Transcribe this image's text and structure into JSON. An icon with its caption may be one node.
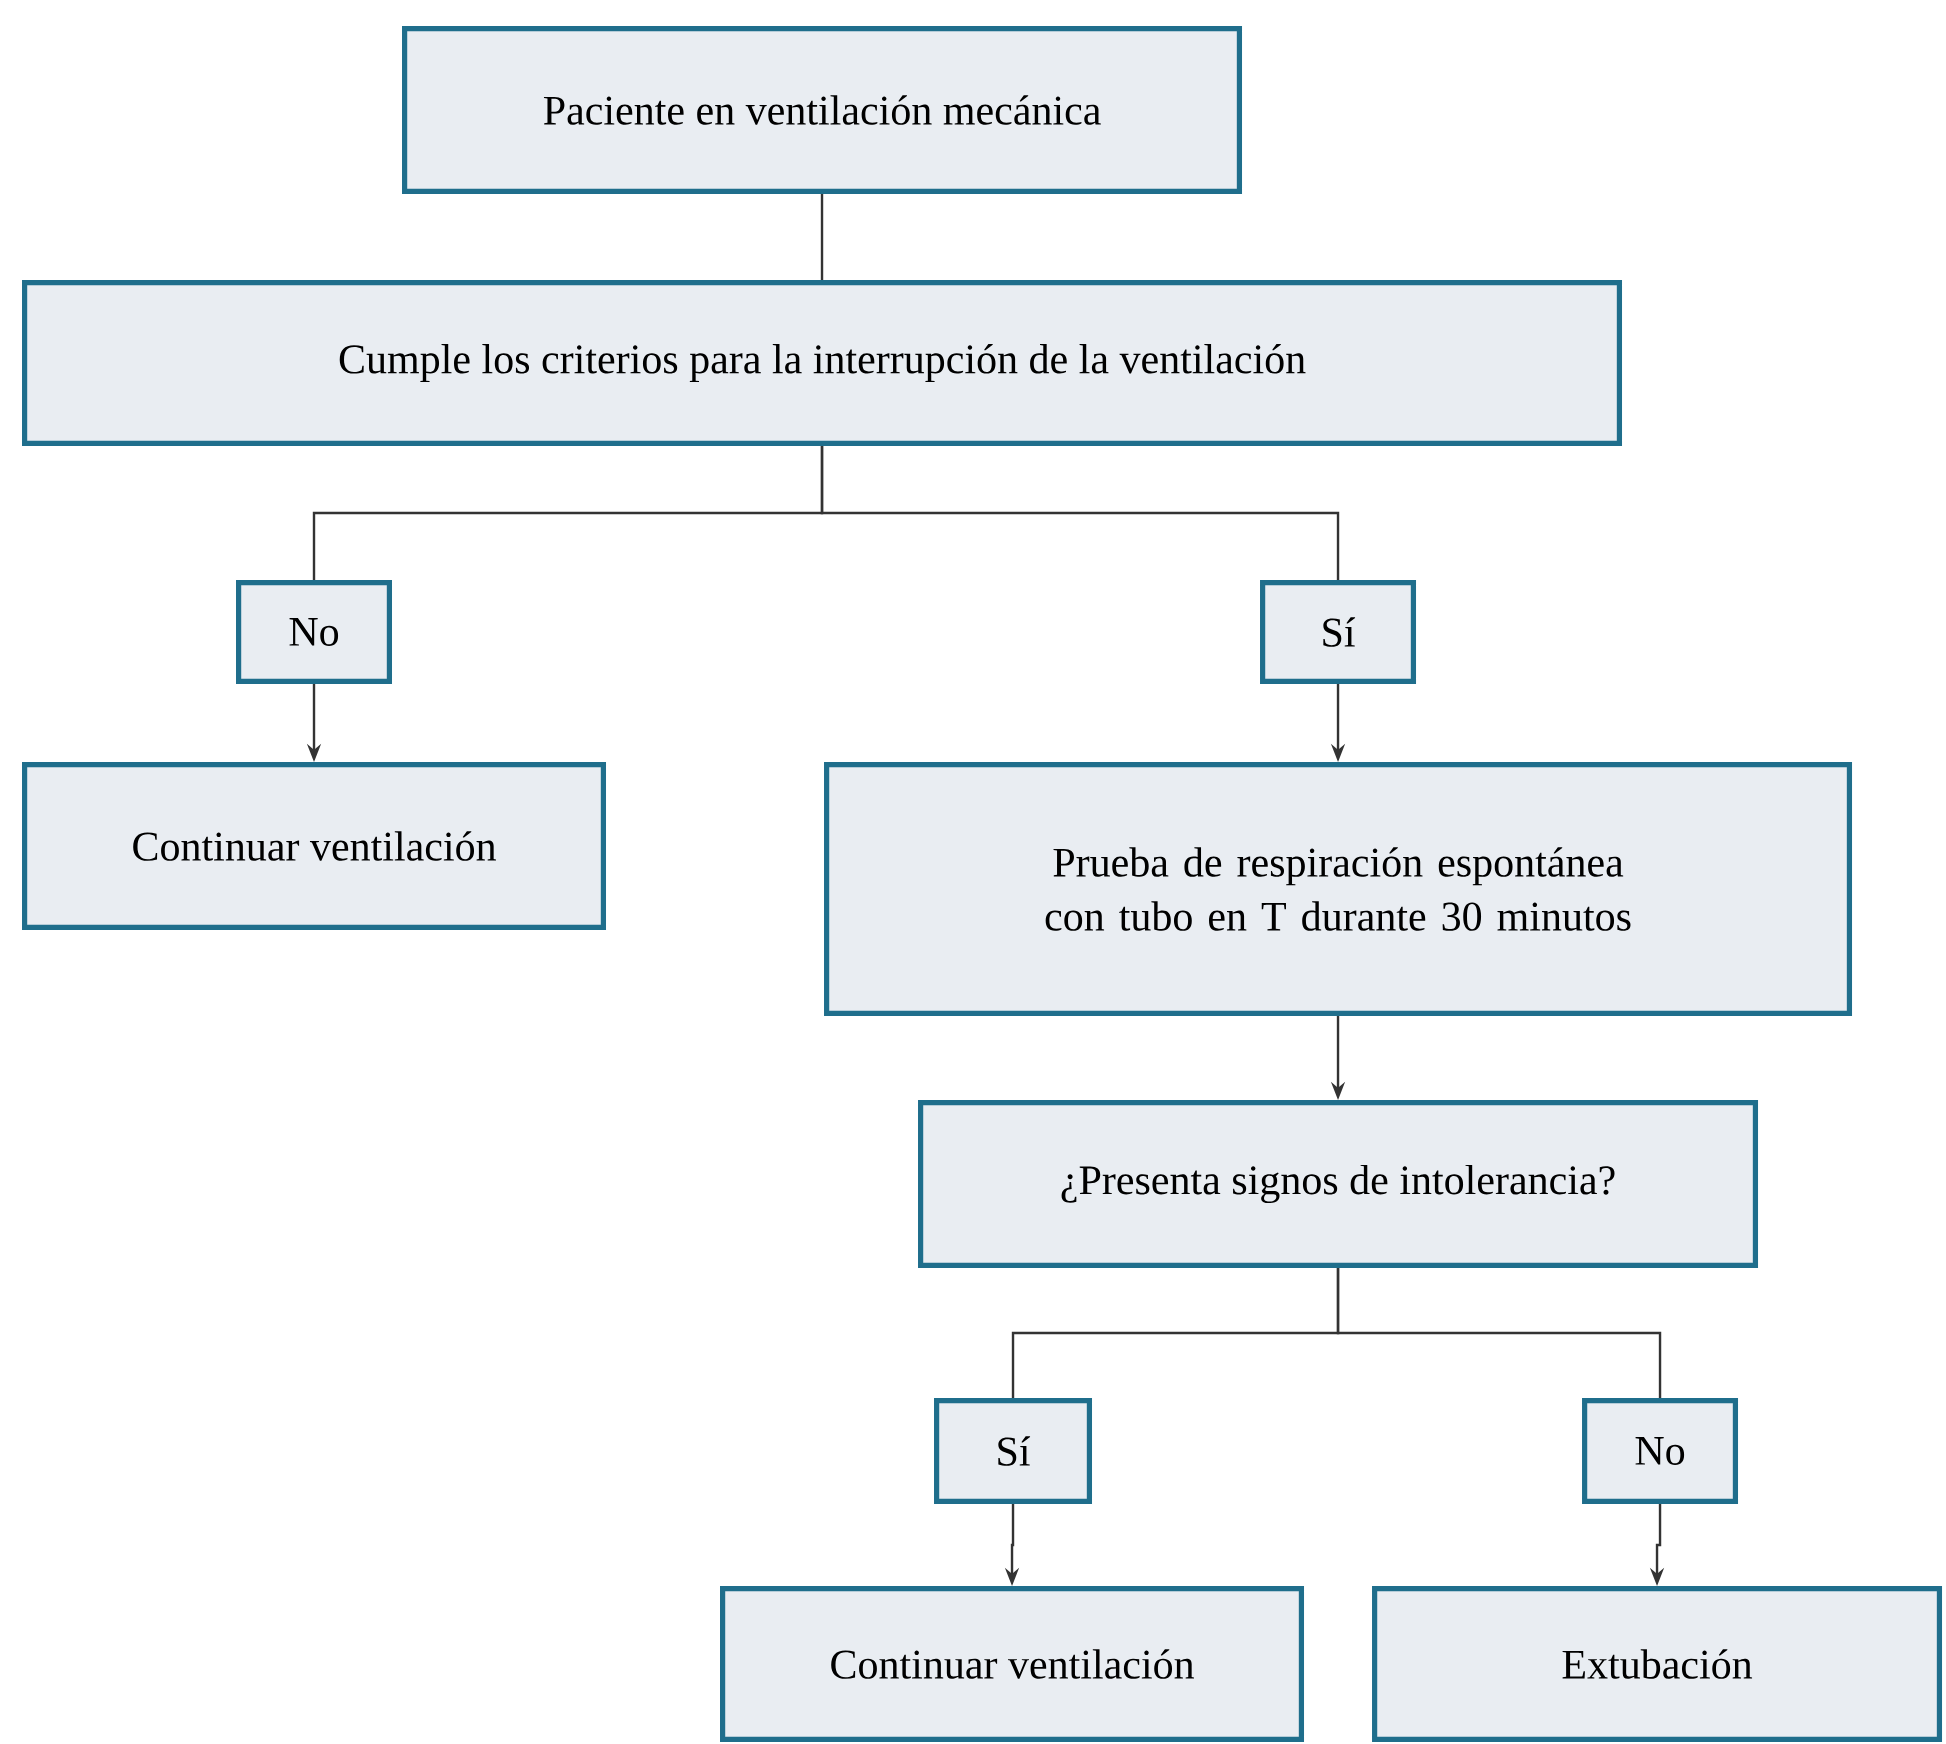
{
  "diagram": {
    "nodes": [
      {
        "text": [
          "Paciente en ventilación mecánica"
        ]
      },
      {
        "text": [
          "Cumple los criterios para la interrupción de la ventilación"
        ]
      },
      {
        "text": [
          "No"
        ]
      },
      {
        "text": [
          "Sí"
        ]
      },
      {
        "text": [
          "Continuar ventilación"
        ]
      },
      {
        "text": [
          "Prueba de respiración espontánea con tubo en T durante 30 minutos"
        ]
      },
      {
        "text": [
          "¿Presenta signos de intolerancia?"
        ]
      },
      {
        "text": [
          "Sí"
        ]
      },
      {
        "text": [
          "No"
        ]
      },
      {
        "text": [
          "Continuar ventilación"
        ]
      },
      {
        "text": [
          "Extubación"
        ]
      }
    ],
    "edges": [
      {
        "from": 0,
        "to": 1,
        "arrow": "none"
      },
      {
        "from": 1,
        "to": 2,
        "arrow": "none"
      },
      {
        "from": 1,
        "to": 3,
        "arrow": "none"
      },
      {
        "from": 2,
        "to": 4,
        "arrow": "to"
      },
      {
        "from": 3,
        "to": 5,
        "arrow": "to"
      },
      {
        "from": 5,
        "to": 6,
        "arrow": "to"
      },
      {
        "from": 6,
        "to": 7,
        "arrow": "none"
      },
      {
        "from": 6,
        "to": 8,
        "arrow": "none"
      },
      {
        "from": 7,
        "to": 9,
        "arrow": "to"
      },
      {
        "from": 8,
        "to": 10,
        "arrow": "to"
      }
    ]
  }
}
